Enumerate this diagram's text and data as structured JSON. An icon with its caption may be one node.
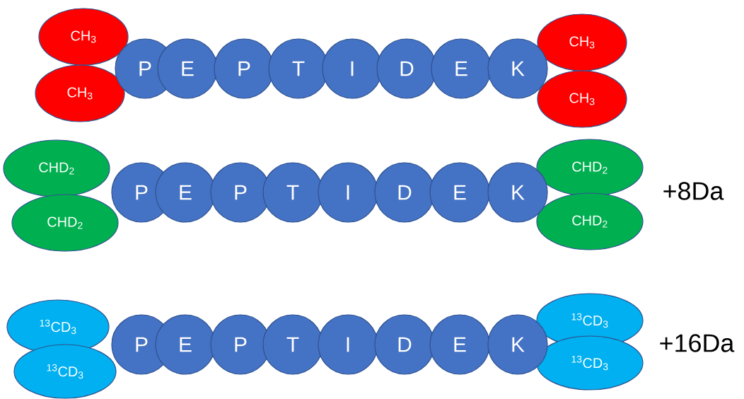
{
  "diagram": {
    "nodes": [
      {
        "text": [
          "CH$_{3}$"
        ]
      },
      {
        "text": [
          "CH$_{3}$"
        ]
      },
      {
        "text": [
          "P"
        ]
      },
      {
        "text": [
          "E"
        ]
      },
      {
        "text": [
          "P"
        ]
      },
      {
        "text": [
          "T"
        ]
      },
      {
        "text": [
          "I"
        ]
      },
      {
        "text": [
          "D"
        ]
      },
      {
        "text": [
          "E"
        ]
      },
      {
        "text": [
          "K"
        ]
      },
      {
        "text": [
          "CH$_{3}$"
        ]
      },
      {
        "text": [
          "CH$_{3}$"
        ]
      },
      {
        "text": [
          "CHD$_{2}$"
        ]
      },
      {
        "text": [
          "CHD$_{2}$"
        ]
      },
      {
        "text": [
          "P"
        ]
      },
      {
        "text": [
          "E"
        ]
      },
      {
        "text": [
          "P"
        ]
      },
      {
        "text": [
          "T"
        ]
      },
      {
        "text": [
          "I"
        ]
      },
      {
        "text": [
          "D"
        ]
      },
      {
        "text": [
          "E"
        ]
      },
      {
        "text": [
          "K"
        ]
      },
      {
        "text": [
          "CHD$_{2}$"
        ]
      },
      {
        "text": [
          "CHD$_{2}$"
        ]
      },
      {
        "text": [
          "$^{13}$CD$_{3}$"
        ]
      },
      {
        "text": [
          "$^{13}$CD$_{3}$"
        ]
      },
      {
        "text": [
          "P"
        ]
      },
      {
        "text": [
          "E"
        ]
      },
      {
        "text": [
          "P"
        ]
      },
      {
        "text": [
          "T"
        ]
      },
      {
        "text": [
          "I"
        ]
      },
      {
        "text": [
          "D"
        ]
      },
      {
        "text": [
          "E"
        ]
      },
      {
        "text": [
          "K"
        ]
      },
      {
        "text": [
          "$^{13}$CD$_{3}$"
        ]
      },
      {
        "text": [
          "$^{13}$CD$_{3}$"
        ]
      }
    ],
    "labels": [
      "+8Da",
      "+16Da"
    ]
  }
}
